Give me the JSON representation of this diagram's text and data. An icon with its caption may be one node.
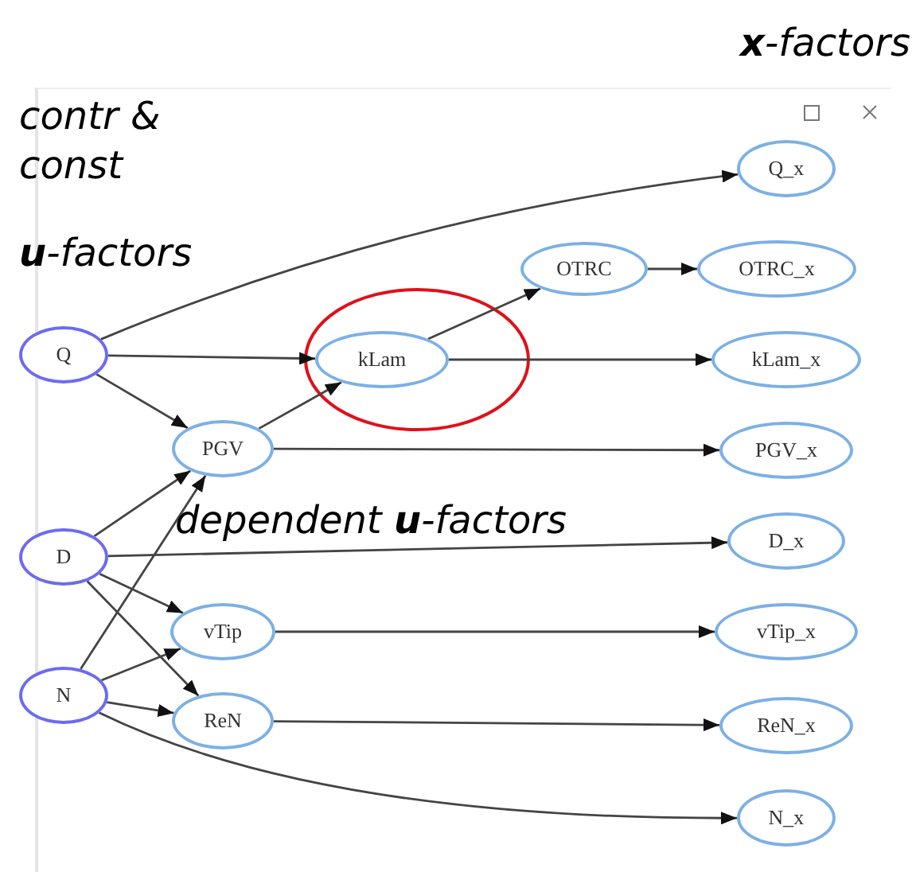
{
  "diagram": {
    "nodes": [
      {
        "text": [
          "Q"
        ]
      },
      {
        "text": [
          "D"
        ]
      },
      {
        "text": [
          "N"
        ]
      },
      {
        "text": [
          "PGV"
        ]
      },
      {
        "text": [
          "vTip"
        ]
      },
      {
        "text": [
          "ReN"
        ]
      },
      {
        "text": [
          "kLam"
        ]
      },
      {
        "text": [
          "OTRC"
        ]
      },
      {
        "text": [
          "Q_x"
        ]
      },
      {
        "text": [
          "OTRC_x"
        ]
      },
      {
        "text": [
          "kLam_x"
        ]
      },
      {
        "text": [
          "PGV_x"
        ]
      },
      {
        "text": [
          "D_x"
        ]
      },
      {
        "text": [
          "vTip_x"
        ]
      },
      {
        "text": [
          "ReN_x"
        ]
      },
      {
        "text": [
          "N_x"
        ]
      }
    ],
    "edges": [
      {
        "from": 0,
        "to": 8,
        "arrow": "to"
      },
      {
        "from": 0,
        "to": 6,
        "arrow": "to"
      },
      {
        "from": 0,
        "to": 3,
        "arrow": "to"
      },
      {
        "from": 1,
        "to": 3,
        "arrow": "to"
      },
      {
        "from": 2,
        "to": 3,
        "arrow": "to"
      },
      {
        "from": 1,
        "to": 12,
        "arrow": "to"
      },
      {
        "from": 1,
        "to": 4,
        "arrow": "to"
      },
      {
        "from": 1,
        "to": 5,
        "arrow": "to"
      },
      {
        "from": 2,
        "to": 4,
        "arrow": "to"
      },
      {
        "from": 2,
        "to": 5,
        "arrow": "to"
      },
      {
        "from": 2,
        "to": 15,
        "arrow": "to"
      },
      {
        "from": 3,
        "to": 6,
        "arrow": "to"
      },
      {
        "from": 3,
        "to": 11,
        "arrow": "to"
      },
      {
        "from": 6,
        "to": 7,
        "arrow": "to"
      },
      {
        "from": 6,
        "to": 10,
        "arrow": "to"
      },
      {
        "from": 7,
        "to": 9,
        "arrow": "to"
      },
      {
        "from": 4,
        "to": 13,
        "arrow": "to"
      },
      {
        "from": 5,
        "to": 14,
        "arrow": "to"
      }
    ],
    "labels": [
      "**x**-factors",
      "contr & const",
      "**u**-factors",
      "dependent **u**-factors"
    ]
  }
}
